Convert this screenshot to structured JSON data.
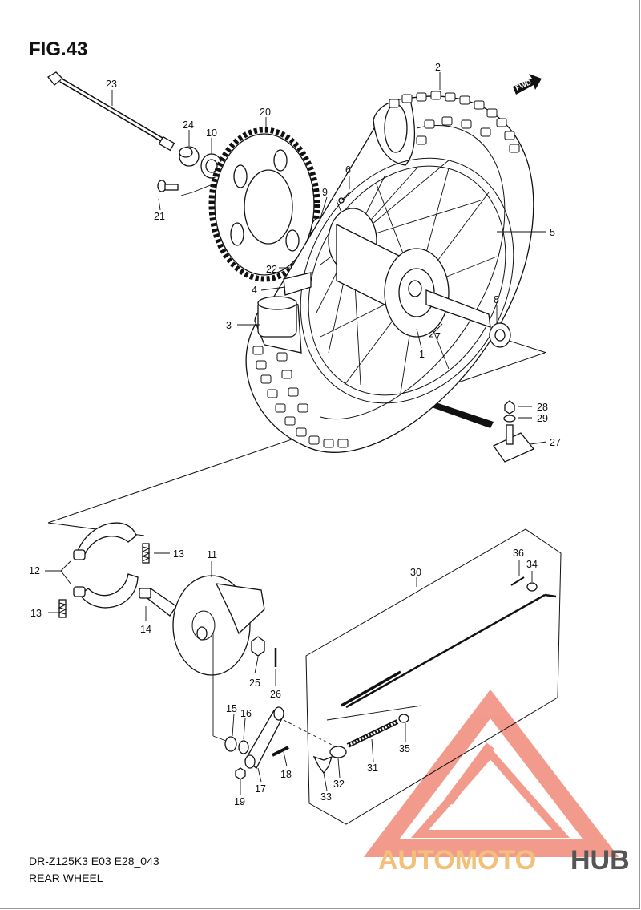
{
  "figure": {
    "title": "FIG.43",
    "model_code": "DR-Z125K3 E03 E28_043",
    "caption": "REAR WHEEL",
    "direction_label": "FWD"
  },
  "callouts": {
    "c1": "1",
    "c2": "2",
    "c3": "3",
    "c4": "4",
    "c5": "5",
    "c6": "6",
    "c7": "7",
    "c8": "8",
    "c9": "9",
    "c10": "10",
    "c11": "11",
    "c12": "12",
    "c13a": "13",
    "c13b": "13",
    "c14": "14",
    "c15": "15",
    "c16": "16",
    "c17": "17",
    "c18": "18",
    "c19": "19",
    "c20": "20",
    "c21": "21",
    "c22": "22",
    "c23": "23",
    "c24": "24",
    "c25": "25",
    "c26": "26",
    "c27": "27",
    "c28": "28",
    "c29": "29",
    "c30": "30",
    "c31": "31",
    "c32": "32",
    "c33": "33",
    "c34": "34",
    "c35": "35",
    "c36": "36"
  },
  "watermark": {
    "part1": "AUTOMOTO",
    "part2": "HUB",
    "color_primary": "#f08a7a",
    "color_secondary": "#f2c07a",
    "color_dark": "#555555"
  }
}
